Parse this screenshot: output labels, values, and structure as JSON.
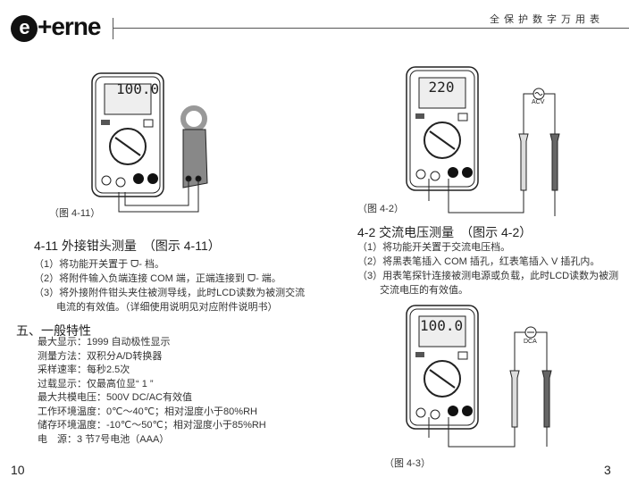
{
  "header": {
    "logo": "e+erne",
    "title": "全保护数字万用表"
  },
  "left": {
    "figure_caption": "（图 4-11）",
    "meter_display": "100.0",
    "section_title": "4-11 外接钳头测量　（图示 4-11）",
    "steps": [
      "（1）将功能开关置于 ᗜ- 档。",
      "（2）将附件输入负端连接 COM 端，正端连接到 ᗜ- 端。",
      "（3）将外接附件钳头夹住被测导线，此时LCD读数为被测交流",
      "　　 电流的有效值。（详细使用说明见对应附件说明书）"
    ],
    "spec_title": "五、一般特性",
    "specs": [
      "最大显示：1999 自动极性显示",
      "测量方法：双积分A/D转换器",
      "采样速率：每秒2.5次",
      "过载显示：仅最高位显“ 1 ”",
      "最大共模电压：500V DC/AC有效值",
      "工作环境温度：0℃～40℃；相对湿度小于80%RH",
      "储存环境温度：-10℃～50℃；相对湿度小于85%RH",
      "电　源：3 节7号电池（AAA）"
    ],
    "page_number": "10"
  },
  "right": {
    "figure1_caption": "（图 4-2）",
    "meter1_display": "220",
    "meter1_source": "ACV",
    "section_title": "4-2 交流电压测量　（图示 4-2）",
    "steps": [
      "（1）将功能开关置于交流电压档。",
      "（2）将黑表笔插入 COM 插孔，红表笔插入 V 插孔内。",
      "（3）用表笔探针连接被测电源或负载，此时LCD读数为被测",
      "　　 交流电压的有效值。"
    ],
    "meter2_display": "100.0",
    "meter2_source": "DCA",
    "figure2_caption": "（图 4-3）",
    "page_number": "3"
  }
}
